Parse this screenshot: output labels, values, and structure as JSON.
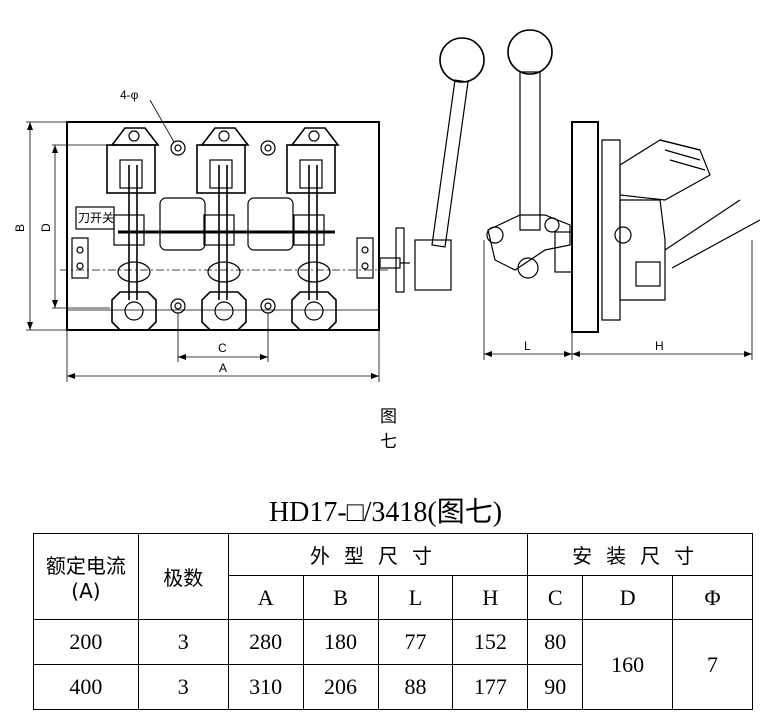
{
  "figure": {
    "caption": "图 七",
    "front_view": {
      "hole_label": "4-φ",
      "plate_label": "刀开关",
      "dim_a": "A",
      "dim_b": "B",
      "dim_c": "C",
      "dim_d": "D"
    },
    "side_view": {
      "dim_l": "L",
      "dim_h": "H"
    }
  },
  "title": "HD17-□/3418(图七)",
  "table": {
    "header": {
      "rated_current": "额定电流(A)",
      "poles": "极数",
      "outline_group": "外型尺寸",
      "mount_group": "安装尺寸",
      "col_a": "A",
      "col_b": "B",
      "col_l": "L",
      "col_h": "H",
      "col_c": "C",
      "col_d": "D",
      "col_phi": "Φ"
    },
    "rows": [
      {
        "current": "200",
        "poles": "3",
        "a": "280",
        "b": "180",
        "l": "77",
        "h": "152",
        "c": "80"
      },
      {
        "current": "400",
        "poles": "3",
        "a": "310",
        "b": "206",
        "l": "88",
        "h": "177",
        "c": "90"
      }
    ],
    "shared": {
      "d": "160",
      "phi": "7"
    }
  }
}
